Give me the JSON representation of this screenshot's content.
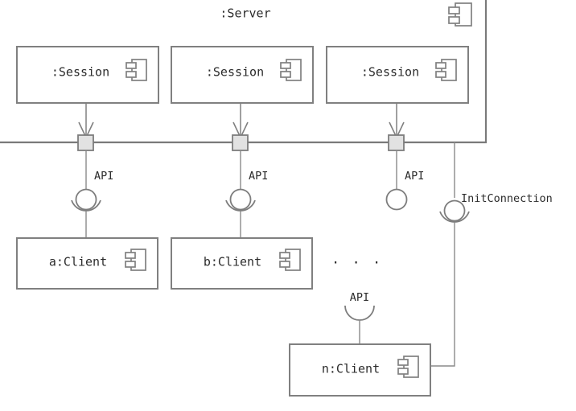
{
  "diagram": {
    "type": "uml-component-diagram",
    "title": ":Server",
    "background_color": "#ffffff",
    "line_color": "#808080",
    "text_color": "#2b2b2b",
    "port_fill": "#e2e2e2"
  },
  "server": {
    "label": ":Server",
    "icon": "component-icon",
    "boundary": "partial-rectangle-cut-off-left"
  },
  "sessions": [
    {
      "label": ":Session",
      "icon": "component-icon"
    },
    {
      "label": ":Session",
      "icon": "component-icon"
    },
    {
      "label": ":Session",
      "icon": "component-icon"
    }
  ],
  "ports": [
    {
      "name": "port-1"
    },
    {
      "name": "port-2"
    },
    {
      "name": "port-3"
    }
  ],
  "interfaces": [
    {
      "label": "API",
      "kind": "assembly-ball-and-socket"
    },
    {
      "label": "API",
      "kind": "assembly-ball-and-socket"
    },
    {
      "label": "API",
      "kind": "provided-lollipop"
    },
    {
      "label": "InitConnection",
      "kind": "assembly-ball-and-socket"
    },
    {
      "label": "API",
      "kind": "required-socket"
    }
  ],
  "clients": [
    {
      "label": "a:Client",
      "icon": "component-icon"
    },
    {
      "label": "b:Client",
      "icon": "component-icon"
    },
    {
      "label": "n:Client",
      "icon": "component-icon"
    }
  ],
  "ellipsis": "· · ·"
}
